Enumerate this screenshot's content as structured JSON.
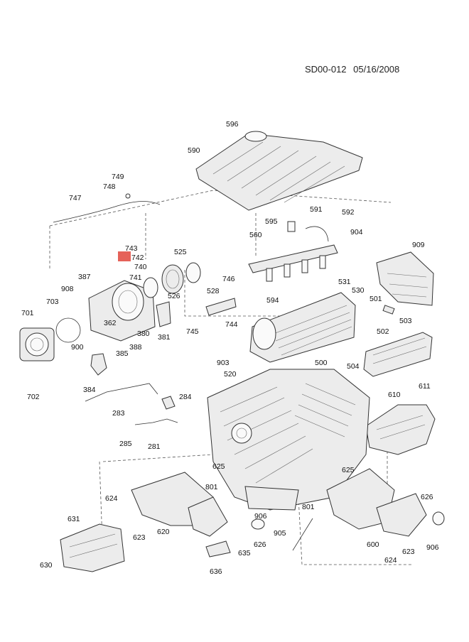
{
  "header": {
    "code": "SD00-012",
    "date": "05/16/2008"
  },
  "highlight_color": "#e0463c",
  "callouts": [
    {
      "id": "596",
      "label": "596"
    },
    {
      "id": "590",
      "label": "590"
    },
    {
      "id": "749",
      "label": "749"
    },
    {
      "id": "748",
      "label": "748"
    },
    {
      "id": "747",
      "label": "747"
    },
    {
      "id": "591",
      "label": "591"
    },
    {
      "id": "592",
      "label": "592"
    },
    {
      "id": "595",
      "label": "595"
    },
    {
      "id": "904",
      "label": "904"
    },
    {
      "id": "560",
      "label": "560"
    },
    {
      "id": "909",
      "label": "909"
    },
    {
      "id": "743",
      "label": "743"
    },
    {
      "id": "742",
      "label": "742",
      "highlighted": true
    },
    {
      "id": "740",
      "label": "740"
    },
    {
      "id": "741",
      "label": "741"
    },
    {
      "id": "525",
      "label": "525"
    },
    {
      "id": "387",
      "label": "387"
    },
    {
      "id": "908",
      "label": "908"
    },
    {
      "id": "526a",
      "label": "526"
    },
    {
      "id": "528",
      "label": "528"
    },
    {
      "id": "746",
      "label": "746"
    },
    {
      "id": "531",
      "label": "531"
    },
    {
      "id": "530",
      "label": "530"
    },
    {
      "id": "594",
      "label": "594"
    },
    {
      "id": "501",
      "label": "501"
    },
    {
      "id": "701",
      "label": "701"
    },
    {
      "id": "703",
      "label": "703"
    },
    {
      "id": "362",
      "label": "362"
    },
    {
      "id": "380",
      "label": "380"
    },
    {
      "id": "381",
      "label": "381"
    },
    {
      "id": "745",
      "label": "745"
    },
    {
      "id": "744",
      "label": "744"
    },
    {
      "id": "502",
      "label": "502"
    },
    {
      "id": "503",
      "label": "503"
    },
    {
      "id": "900",
      "label": "900"
    },
    {
      "id": "388",
      "label": "388"
    },
    {
      "id": "385",
      "label": "385"
    },
    {
      "id": "903",
      "label": "903"
    },
    {
      "id": "500",
      "label": "500"
    },
    {
      "id": "504",
      "label": "504"
    },
    {
      "id": "520",
      "label": "520"
    },
    {
      "id": "702",
      "label": "702"
    },
    {
      "id": "384",
      "label": "384"
    },
    {
      "id": "610",
      "label": "610"
    },
    {
      "id": "611",
      "label": "611"
    },
    {
      "id": "284",
      "label": "284"
    },
    {
      "id": "283",
      "label": "283"
    },
    {
      "id": "285",
      "label": "285"
    },
    {
      "id": "281",
      "label": "281"
    },
    {
      "id": "625a",
      "label": "625"
    },
    {
      "id": "625b",
      "label": "625"
    },
    {
      "id": "801a",
      "label": "801"
    },
    {
      "id": "624a",
      "label": "624"
    },
    {
      "id": "631",
      "label": "631"
    },
    {
      "id": "623a",
      "label": "623"
    },
    {
      "id": "620",
      "label": "620"
    },
    {
      "id": "906a",
      "label": "906"
    },
    {
      "id": "801b",
      "label": "801"
    },
    {
      "id": "626a",
      "label": "626"
    },
    {
      "id": "905",
      "label": "905"
    },
    {
      "id": "600",
      "label": "600"
    },
    {
      "id": "626b",
      "label": "626"
    },
    {
      "id": "630",
      "label": "630"
    },
    {
      "id": "635",
      "label": "635"
    },
    {
      "id": "636",
      "label": "636"
    },
    {
      "id": "624b",
      "label": "624"
    },
    {
      "id": "623b",
      "label": "623"
    },
    {
      "id": "906b",
      "label": "906"
    }
  ]
}
